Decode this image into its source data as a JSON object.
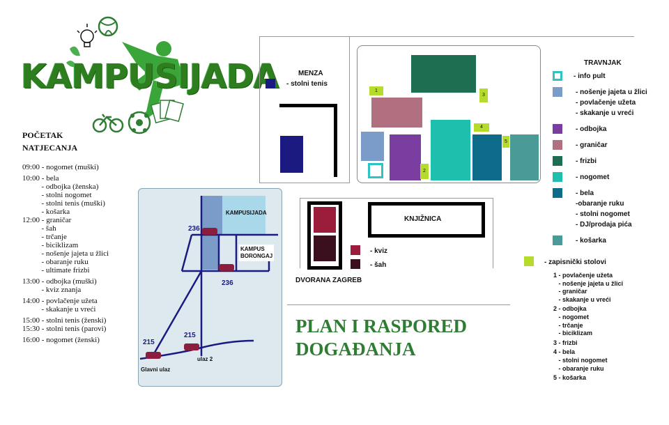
{
  "logo": {
    "text": "KAMPUSIJADA"
  },
  "schedule": {
    "heading": "POČETAK NATJECANJA",
    "lines": [
      "09:00 - nogomet (muški)",
      "",
      "10:00 - bela",
      "          - odbojka (ženska)",
      "          - stolni nogomet",
      "          - stolni tenis (muški)",
      "          - košarka",
      "12:00 - graničar",
      "          - šah",
      "          - trčanje",
      "          - biciklizam",
      "          - nošenje jajeta u žlici",
      "          - obaranje ruku",
      "          - ultimate frizbi",
      "",
      "13:00 - odbojka (muški)",
      "          - kviz znanja",
      "",
      "14:00 - povlačenje užeta",
      "          - skakanje u vreći",
      "",
      "15:00 - stolni tenis (ženski)",
      "15:30 - stolni tenis (parovi)",
      "",
      "16:00 - nogomet (ženski)"
    ]
  },
  "menza": {
    "title": "MENZA",
    "item": "- stolni tenis",
    "color": "#1a1a80"
  },
  "map": {
    "kampusijada": "KAMPUSIJADA",
    "kampus_borongaj": "KAMPUS BORONGAJ",
    "bus_236_top": "236",
    "bus_236_bottom": "236",
    "bus_215_left": "215",
    "bus_215_right": "215",
    "glavni_ulaz": "Glavni ulaz",
    "ulaz2": "ulaz 2"
  },
  "field_numbers": [
    "1",
    "2",
    "3",
    "4",
    "5"
  ],
  "knjiznica": {
    "title": "KNJIŽNICA"
  },
  "dvorana": {
    "title": "DVORANA ZAGREB",
    "kviz": "- kviz",
    "sah": "- šah",
    "kviz_color": "#9c1c3c",
    "sah_color": "#3a0f1e"
  },
  "plan_title": {
    "line1": "PLAN I RASPORED",
    "line2": "DOGAĐANJA"
  },
  "travnjak": {
    "title": "TRAVNJAK",
    "items": [
      {
        "color": "#ffffff",
        "border": "#2ec4c4",
        "label": "- info pult"
      },
      {
        "color": "#7b9cc9",
        "label": "- nošenje jajeta u žlici"
      },
      {
        "color": "",
        "label": "- povlačenje užeta"
      },
      {
        "color": "",
        "label": "- skakanje u vreći"
      },
      {
        "color": "#7a3ea0",
        "label": "- odbojka"
      },
      {
        "color": "#b0707f",
        "label": "- graničar"
      },
      {
        "color": "#1e6e52",
        "label": "- frizbi"
      },
      {
        "color": "#1fbfae",
        "label": "- nogomet"
      },
      {
        "color": "#0e6b8a",
        "label": "- bela"
      },
      {
        "color": "",
        "label": "-obaranje ruku"
      },
      {
        "color": "",
        "label": "- stolni nogomet"
      },
      {
        "color": "",
        "label": "- DJ/prodaja pića"
      },
      {
        "color": "#4a9b98",
        "label": "- košarka"
      }
    ]
  },
  "zapisnicki": {
    "label": "- zapisnički  stolovi",
    "color": "#b5dc2c",
    "lines": [
      "1 - povlačenje užeta",
      "   - nošenje jajeta u žlici",
      "   - graničar",
      "   - skakanje u vreći",
      "2 - odbojka",
      "   - nogomet",
      "   - trčanje",
      "   - biciklizam",
      "3 - frizbi",
      "4 - bela",
      "   - stolni nogomet",
      "   - obaranje ruku",
      "5 - košarka"
    ]
  }
}
